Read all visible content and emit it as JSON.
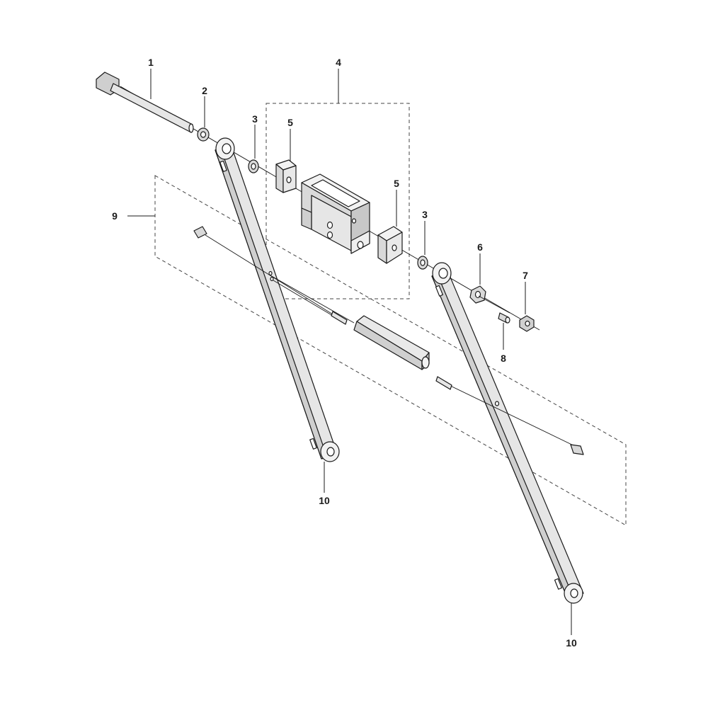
{
  "callouts": {
    "c1": "1",
    "c2": "2",
    "c3a": "3",
    "c3b": "3",
    "c4": "4",
    "c5a": "5",
    "c5b": "5",
    "c6": "6",
    "c7": "7",
    "c8": "8",
    "c9": "9",
    "c10a": "10",
    "c10b": "10"
  },
  "colors": {
    "line": "#1a1a1a",
    "part_light": "#f2f2f2",
    "part_mid": "#d9d9d9",
    "part_dark": "#a6a6a6"
  }
}
